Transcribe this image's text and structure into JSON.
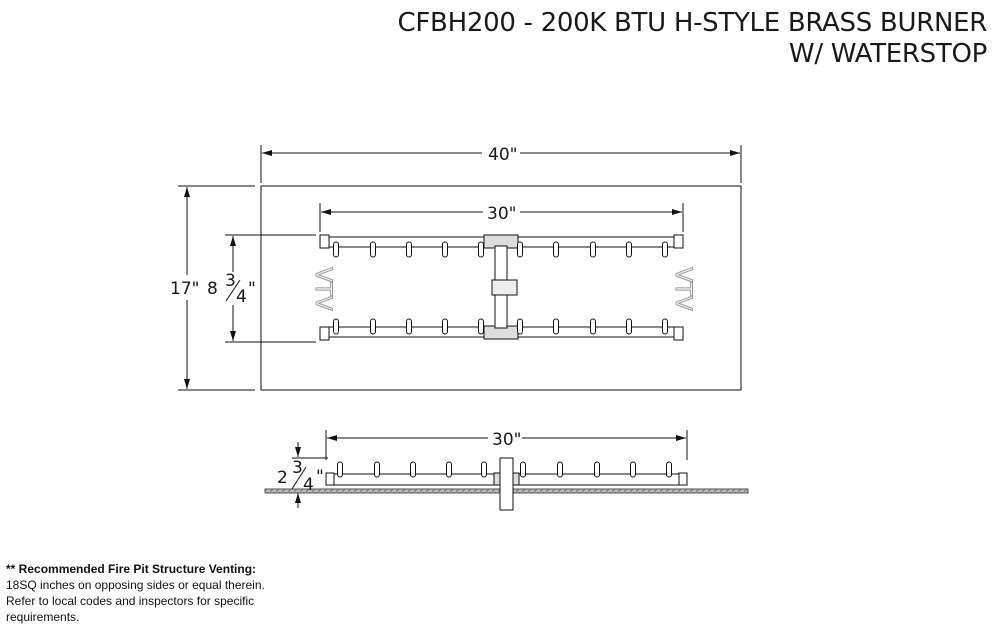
{
  "title": {
    "line1": "CFBH200 - 200K BTU H-STYLE BRASS BURNER",
    "line2": "W/ WATERSTOP"
  },
  "dimensions": {
    "pit_length": "40\"",
    "pit_width": "17\"",
    "burner_length_top": "30\"",
    "burner_width_whole": "8",
    "burner_width_num": "3",
    "burner_width_den": "4",
    "burner_length_side": "30\"",
    "height_whole": "2",
    "height_num": "3",
    "height_den": "4",
    "inch": "\""
  },
  "logo_text": "VTV",
  "notes": {
    "heading": "** Recommended Fire Pit Structure Venting:",
    "lines": [
      "18SQ inches on opposing sides or equal therein.",
      "Refer to local codes and inspectors for specific",
      "requirements."
    ]
  }
}
